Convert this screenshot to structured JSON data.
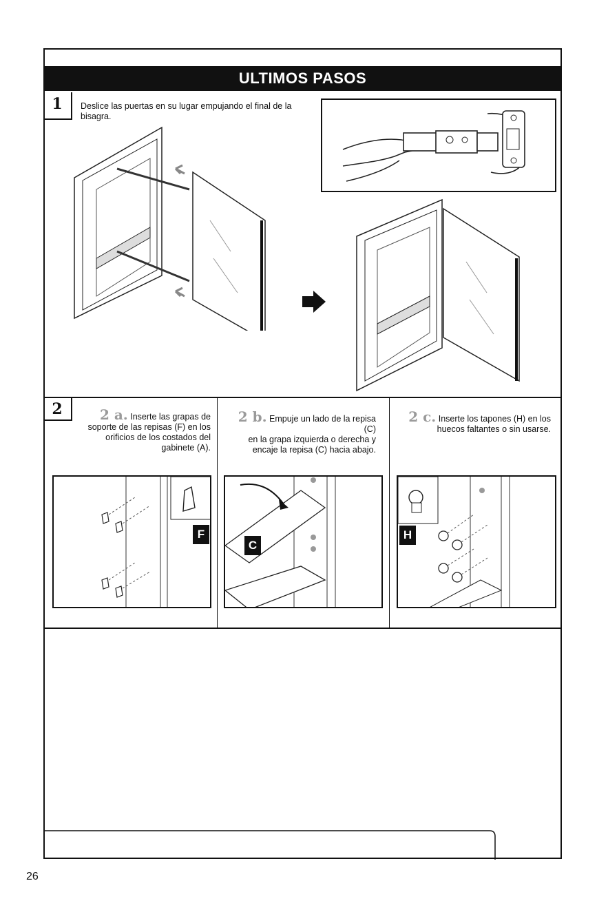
{
  "header": {
    "title": "ULTIMOS PASOS"
  },
  "step1": {
    "number": "1",
    "text_line1": "Deslice las puertas en su lugar empujando el final de la",
    "text_line2": "bisagra."
  },
  "step2": {
    "number": "2",
    "a": {
      "marker": "2 a.",
      "lines": [
        "Inserte las grapas de",
        "soporte de las repisas (F) en los",
        "orificios de los costados del",
        "gabinete (A)."
      ],
      "label": "F"
    },
    "b": {
      "marker": "2 b.",
      "lines": [
        "Empuje un lado de la repisa (C)",
        "en la grapa izquierda o derecha y",
        "encaje la repisa (C) hacia abajo."
      ],
      "label": "C"
    },
    "c": {
      "marker": "2 c.",
      "lines": [
        "Inserte los tapones (H) en los",
        "huecos faltantes o sin usarse."
      ],
      "label": "H"
    }
  },
  "footer": {
    "page_number": "26"
  }
}
